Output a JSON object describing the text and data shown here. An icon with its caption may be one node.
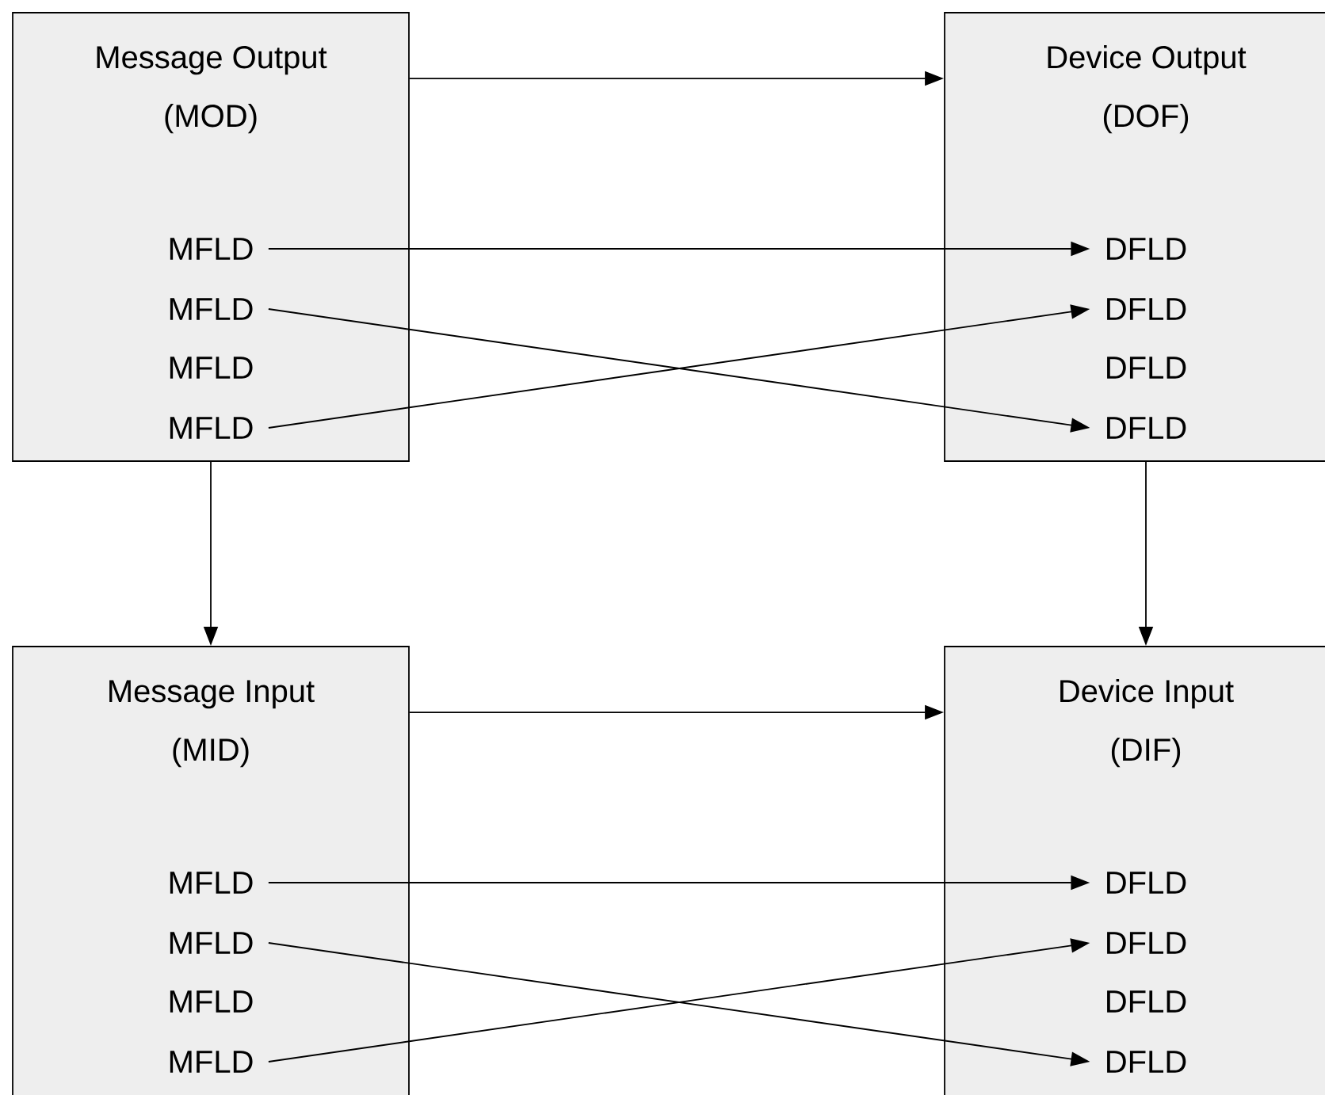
{
  "diagram": {
    "nodes": [
      {
        "text": [
          "Message Output",
          "(MOD)"
        ]
      },
      {
        "text": [
          "MFLD"
        ],
        "in": 0
      },
      {
        "text": [
          "MFLD"
        ],
        "in": 0
      },
      {
        "text": [
          "MFLD"
        ],
        "in": 0
      },
      {
        "text": [
          "MFLD"
        ],
        "in": 0
      },
      {
        "text": [
          "Device Output",
          "(DOF)"
        ]
      },
      {
        "text": [
          "DFLD"
        ],
        "in": 5
      },
      {
        "text": [
          "DFLD"
        ],
        "in": 5
      },
      {
        "text": [
          "DFLD"
        ],
        "in": 5
      },
      {
        "text": [
          "DFLD"
        ],
        "in": 5
      },
      {
        "text": [
          "Message Input",
          "(MID)"
        ]
      },
      {
        "text": [
          "MFLD"
        ],
        "in": 10
      },
      {
        "text": [
          "MFLD"
        ],
        "in": 10
      },
      {
        "text": [
          "MFLD"
        ],
        "in": 10
      },
      {
        "text": [
          "MFLD"
        ],
        "in": 10
      },
      {
        "text": [
          "Device Input",
          "(DIF)"
        ]
      },
      {
        "text": [
          "DFLD"
        ],
        "in": 15
      },
      {
        "text": [
          "DFLD"
        ],
        "in": 15
      },
      {
        "text": [
          "DFLD"
        ],
        "in": 15
      },
      {
        "text": [
          "DFLD"
        ],
        "in": 15
      }
    ],
    "edges": [
      {
        "from": 0,
        "to": 5,
        "arrow": "to"
      },
      {
        "from": 1,
        "to": 6,
        "arrow": "to"
      },
      {
        "from": 2,
        "to": 9,
        "arrow": "to"
      },
      {
        "from": 4,
        "to": 7,
        "arrow": "to"
      },
      {
        "from": 0,
        "to": 10,
        "arrow": "to"
      },
      {
        "from": 5,
        "to": 15,
        "arrow": "to"
      },
      {
        "from": 10,
        "to": 15,
        "arrow": "to"
      },
      {
        "from": 11,
        "to": 16,
        "arrow": "to"
      },
      {
        "from": 12,
        "to": 19,
        "arrow": "to"
      },
      {
        "from": 14,
        "to": 17,
        "arrow": "to"
      }
    ]
  }
}
